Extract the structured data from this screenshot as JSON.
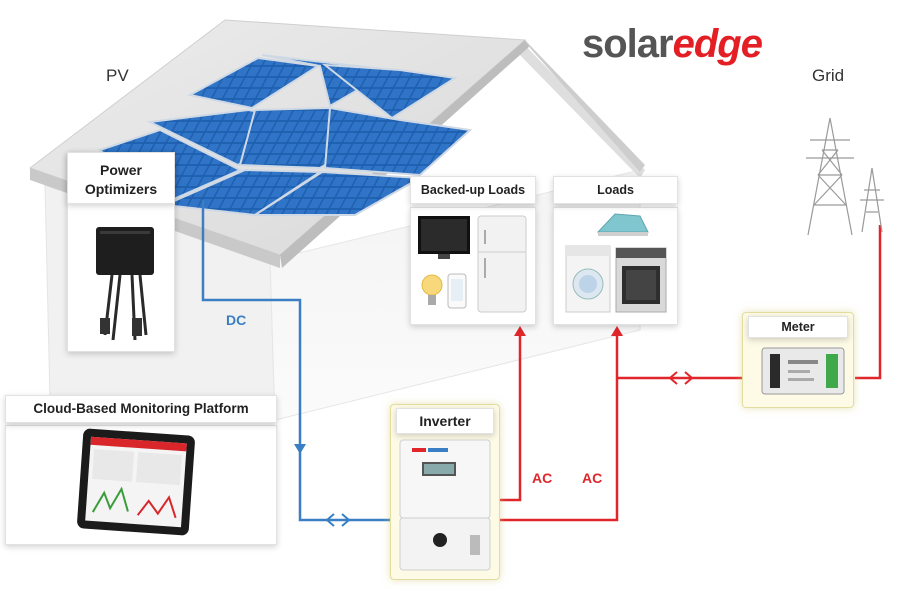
{
  "brand": {
    "solar": "solar",
    "edge": "edge",
    "edge_color": "#e31e24",
    "solar_color": "#555555"
  },
  "labels": {
    "pv": "PV",
    "grid": "Grid",
    "power_optimizers_line1": "Power",
    "power_optimizers_line2": "Optimizers",
    "monitoring": "Cloud-Based Monitoring Platform",
    "backed_up_loads": "Backed-up Loads",
    "loads": "Loads",
    "meter": "Meter",
    "inverter": "Inverter",
    "dc": "DC",
    "ac_left": "AC",
    "ac_right": "AC"
  },
  "colors": {
    "dc_line": "#3a7fc4",
    "ac_line": "#e0262b",
    "panel": "#1c5aa6"
  },
  "icons": {
    "house": "house-roof-icon",
    "solar_panels": "solar-panel-array-icon",
    "optimizer": "power-optimizer-device-icon",
    "tablet": "tablet-dashboard-icon",
    "tv": "television-icon",
    "bulb": "light-bulb-icon",
    "phone": "smartphone-icon",
    "fridge": "refrigerator-icon",
    "iron": "clothes-iron-icon",
    "washer": "washing-machine-icon",
    "oven": "oven-icon",
    "meter": "energy-meter-icon",
    "inverter": "inverter-device-icon",
    "tower": "transmission-tower-icon"
  }
}
